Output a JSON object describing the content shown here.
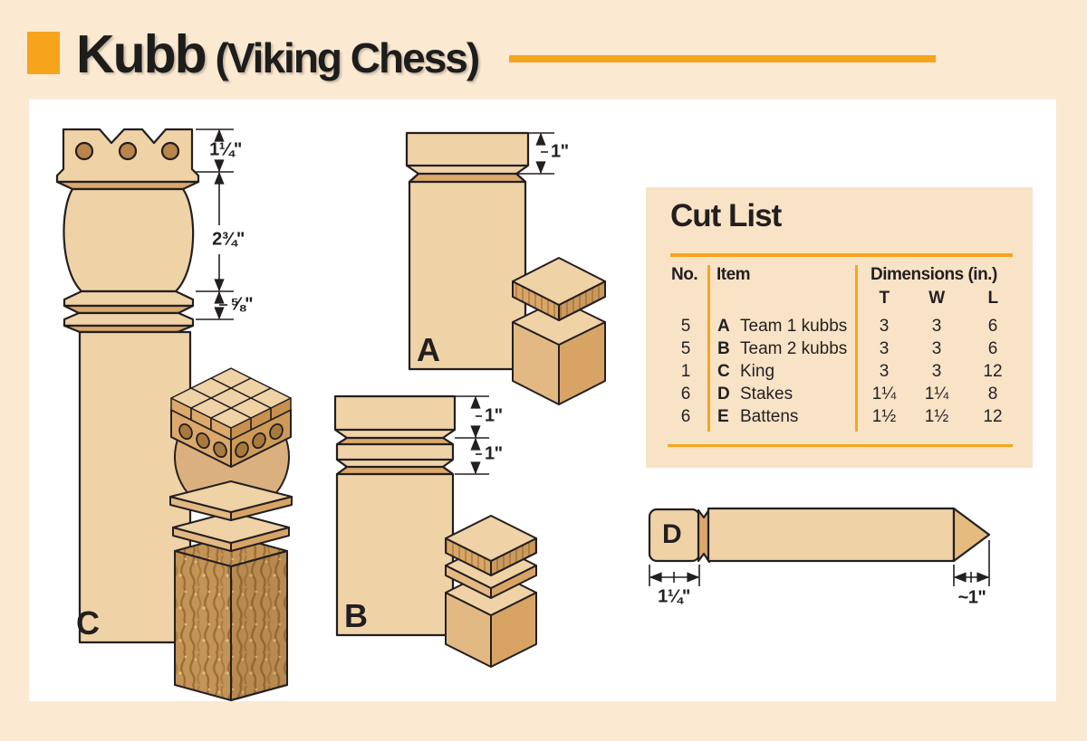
{
  "colors": {
    "background": "#FCE9D2",
    "panel": "#FFFFFF",
    "accent": "#F7A41D",
    "ink": "#231F20",
    "cutlist_bg": "#F8E3C7",
    "wood_light": "#EFD2A6",
    "wood_shade": "#DCA86B"
  },
  "header": {
    "title": "Kubb",
    "subtitle": "(Viking Chess)"
  },
  "pieces": {
    "a": {
      "label": "A"
    },
    "b": {
      "label": "B"
    },
    "c": {
      "label": "C"
    },
    "d": {
      "label": "D"
    }
  },
  "dim_labels": {
    "a_cap": "1\"",
    "b_cap": "1\"",
    "b_band": "1\"",
    "c_crown": "1¼\"",
    "c_belly": "2¾\"",
    "c_collar": "⅝\"",
    "d_head": "1¼\"",
    "d_tip": "~1\""
  },
  "cut_list": {
    "title": "Cut List",
    "columns": {
      "no": "No.",
      "item": "Item",
      "dims": "Dimensions (in.)",
      "t": "T",
      "w": "W",
      "l": "L"
    },
    "rows": [
      {
        "no": "5",
        "letter": "A",
        "name": "Team 1 kubbs",
        "t": "3",
        "w": "3",
        "l": "6"
      },
      {
        "no": "5",
        "letter": "B",
        "name": "Team 2 kubbs",
        "t": "3",
        "w": "3",
        "l": "6"
      },
      {
        "no": "1",
        "letter": "C",
        "name": "King",
        "t": "3",
        "w": "3",
        "l": "12"
      },
      {
        "no": "6",
        "letter": "D",
        "name": "Stakes",
        "t": "1¼",
        "w": "1¼",
        "l": "8"
      },
      {
        "no": "6",
        "letter": "E",
        "name": "Battens",
        "t": "1½",
        "w": "1½",
        "l": "12"
      }
    ]
  }
}
